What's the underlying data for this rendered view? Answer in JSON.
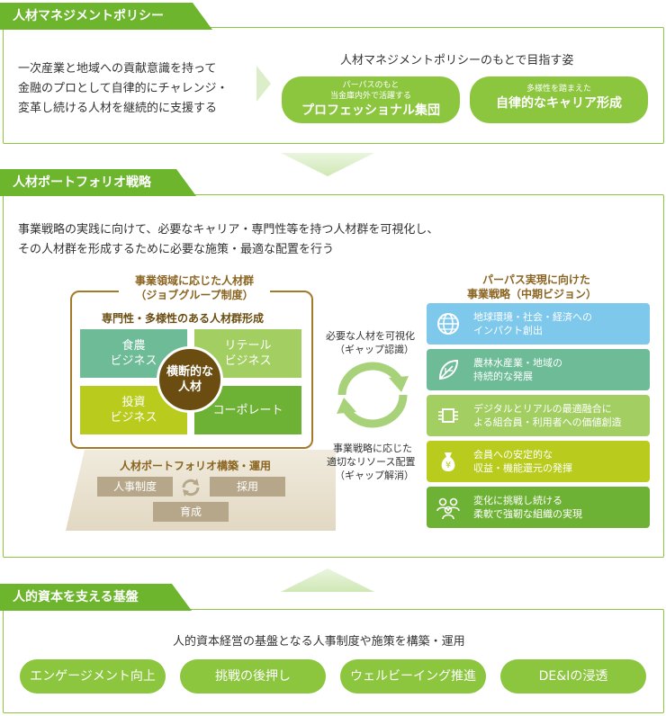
{
  "section1": {
    "title": "人材マネジメントポリシー",
    "intro_lines": [
      "一次産業と地域への貢献意識を持って",
      "金融のプロとして自律的にチャレンジ・",
      "変革し続ける人材を継続的に支援する"
    ],
    "goal_title": "人材マネジメントポリシーのもとで目指す姿",
    "goals": [
      {
        "small_lines": [
          "パーパスのもと",
          "当金庫内外で活躍する"
        ],
        "big": "プロフェッショナル集団"
      },
      {
        "small_lines": [
          "多様性を踏まえた"
        ],
        "big": "自律的なキャリア形成"
      }
    ]
  },
  "section2": {
    "title": "人材ポートフォリオ戦略",
    "intro_lines": [
      "事業戦略の実践に向けて、必要なキャリア・専門性等を持つ人材群を可視化し、",
      "その人材群を形成するために必要な施策・最適な配置を行う"
    ],
    "job_group": {
      "title_lines": [
        "事業領域に応じた人材群",
        "（ジョブグループ制度）"
      ],
      "subtitle": "専門性・多様性のある人材群形成",
      "quadrants": [
        {
          "label": "食農\nビジネス",
          "color": "#6dbb97"
        },
        {
          "label": "リテール\nビジネス",
          "color": "#a3cf62"
        },
        {
          "label": "投資\nビジネス",
          "color": "#b9cc1e"
        },
        {
          "label": "コーポレート",
          "color": "#6db234"
        }
      ],
      "center": "横断的な\n人材"
    },
    "platform": {
      "title": "人材ポートフォリオ構築・運用",
      "tags": [
        "人事制度",
        "採用",
        "育成"
      ]
    },
    "cycle": {
      "top_lines": [
        "必要な人材を可視化",
        "（ギャップ認識）"
      ],
      "bottom_lines": [
        "事業戦略に応じた",
        "適切なリソース配置",
        "（ギャップ解消）"
      ]
    },
    "purpose": {
      "title_lines": [
        "パーパス実現に向けた",
        "事業戦略（中期ビジョン）"
      ],
      "items": [
        {
          "icon": "globe-icon",
          "label": "地球環境・社会・経済への\nインパクト創出",
          "color": "#7ec8ec"
        },
        {
          "icon": "leaf-icon",
          "label": "農林水産業・地域の\n持続的な発展",
          "color": "#6dbb97"
        },
        {
          "icon": "chip-icon",
          "label": "デジタルとリアルの最適融合に\nよる組合員・利用者への価値創造",
          "color": "#a3cf62"
        },
        {
          "icon": "money-bag-icon",
          "label": "会員への安定的な\n収益・機能還元の発揮",
          "color": "#b9cc1e"
        },
        {
          "icon": "people-icon",
          "label": "変化に挑戦し続ける\n柔軟で強靭な組織の実現",
          "color": "#6db234"
        }
      ]
    }
  },
  "section3": {
    "title": "人的資本を支える基盤",
    "intro": "人的資本経営の基盤となる人事制度や施策を構築・運用",
    "pills": [
      "エンゲージメント向上",
      "挑戦の後押し",
      "ウェルビーイング推進",
      "DE&Iの浸透"
    ]
  }
}
